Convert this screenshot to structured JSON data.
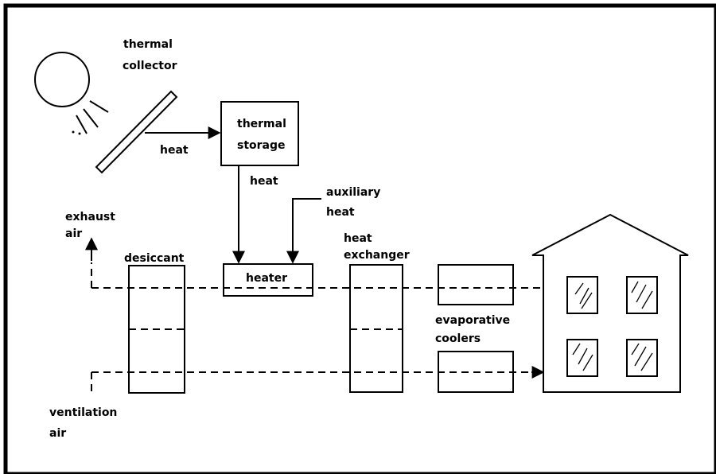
{
  "labels": {
    "thermal_collector_line1": "thermal",
    "thermal_collector_line2": "collector",
    "heat_from_collector": "heat",
    "thermal_storage_line1": "thermal",
    "thermal_storage_line2": "storage",
    "heat_from_storage": "heat",
    "auxiliary_heat_line1": "auxiliary",
    "auxiliary_heat_line2": "heat",
    "exhaust_air_line1": "exhaust",
    "exhaust_air_line2": "air",
    "desiccant": "desiccant",
    "heater": "heater",
    "heat_exchanger_line1": "heat",
    "heat_exchanger_line2": "exchanger",
    "evaporative_coolers_line1": "evaporative",
    "evaporative_coolers_line2": "coolers",
    "ventilation_air_line1": "ventilation",
    "ventilation_air_line2": "air"
  },
  "icons": {
    "sun": "sun-icon",
    "house": "house-icon",
    "windows": "window-icon"
  }
}
